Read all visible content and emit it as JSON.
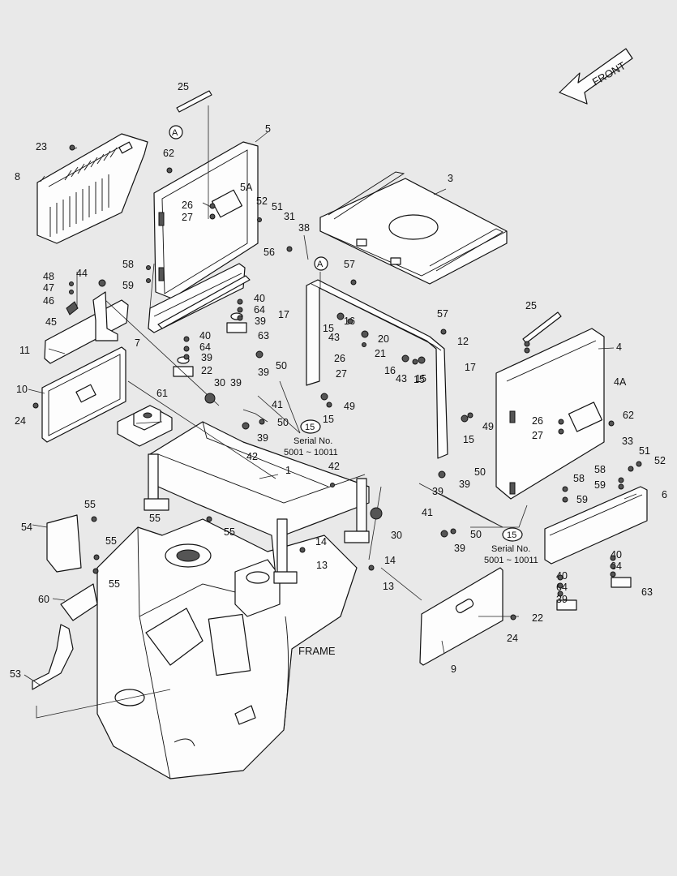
{
  "front_label": "FRONT",
  "frame_label": "FRAME",
  "callout_ref": "A",
  "serial_callout": {
    "number": "15",
    "line1": "Serial No.",
    "line2": "5001 ~ 10011"
  },
  "labels": {
    "p1": "1",
    "p3": "3",
    "p4": "4",
    "p4A": "4A",
    "p5": "5",
    "p5A": "5A",
    "p6": "6",
    "p7": "7",
    "p8": "8",
    "p9": "9",
    "p10": "10",
    "p11": "11",
    "p12": "12",
    "p13a": "13",
    "p13b": "13",
    "p14a": "14",
    "p14b": "14",
    "p15a": "15",
    "p15b": "15",
    "p15c": "15",
    "p15d": "15",
    "p15e": "15",
    "p16a": "16",
    "p16b": "16",
    "p17a": "17",
    "p17b": "17",
    "p20": "20",
    "p21": "21",
    "p22a": "22",
    "p22b": "22",
    "p23": "23",
    "p24a": "24",
    "p24b": "24",
    "p25a": "25",
    "p25b": "25",
    "p26a": "26",
    "p26b": "26",
    "p26c": "26",
    "p27a": "27",
    "p27b": "27",
    "p27c": "27",
    "p30a": "30",
    "p30b": "30",
    "p31": "31",
    "p33": "33",
    "p38": "38",
    "p39a": "39",
    "p39b": "39",
    "p39c": "39",
    "p39d": "39",
    "p39e": "39",
    "p39f": "39",
    "p39g": "39",
    "p39h": "39",
    "p39i": "39",
    "p40a": "40",
    "p40b": "40",
    "p40c": "40",
    "p40d": "40",
    "p41a": "41",
    "p41b": "41",
    "p42a": "42",
    "p42b": "42",
    "p43a": "43",
    "p43b": "43",
    "p44": "44",
    "p45": "45",
    "p46": "46",
    "p47": "47",
    "p48": "48",
    "p49a": "49",
    "p49b": "49",
    "p50a": "50",
    "p50b": "50",
    "p50c": "50",
    "p50d": "50",
    "p51a": "51",
    "p51b": "51",
    "p52a": "52",
    "p52b": "52",
    "p53": "53",
    "p54": "54",
    "p55a": "55",
    "p55b": "55",
    "p55c": "55",
    "p55d": "55",
    "p55e": "55",
    "p56": "56",
    "p57a": "57",
    "p57b": "57",
    "p58a": "58",
    "p58b": "58",
    "p58c": "58",
    "p59a": "59",
    "p59b": "59",
    "p59c": "59",
    "p60": "60",
    "p61": "61",
    "p62a": "62",
    "p62b": "62",
    "p63a": "63",
    "p63b": "63",
    "p64a": "64",
    "p64b": "64",
    "p64c": "64",
    "p64d": "64"
  }
}
